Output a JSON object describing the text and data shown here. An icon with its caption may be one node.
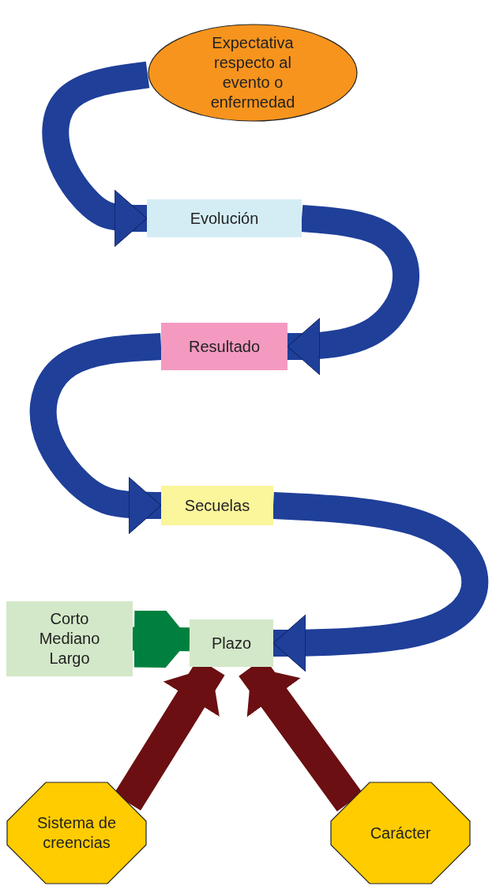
{
  "diagram": {
    "nodes": [
      {
        "text": [
          "Expectativa respecto al evento o enfermedad"
        ]
      },
      {
        "text": [
          "Evolución"
        ]
      },
      {
        "text": [
          "Resultado"
        ]
      },
      {
        "text": [
          "Secuelas"
        ]
      },
      {
        "text": [
          "Corto Mediano Largo"
        ]
      },
      {
        "text": [
          "Plazo"
        ]
      },
      {
        "text": [
          "Sistema de creencias"
        ]
      },
      {
        "text": [
          "Carácter"
        ]
      }
    ],
    "edges": [
      {
        "from": 0,
        "to": 1,
        "arrow": "to"
      },
      {
        "from": 1,
        "to": 2,
        "arrow": "to"
      },
      {
        "from": 2,
        "to": 3,
        "arrow": "to"
      },
      {
        "from": 3,
        "to": 5,
        "arrow": "to"
      },
      {
        "from": 4,
        "to": 5,
        "arrow": "to",
        "color": "#00803f"
      },
      {
        "from": 6,
        "to": 5,
        "arrow": "to",
        "color": "#6b0f12"
      },
      {
        "from": 7,
        "to": 5,
        "arrow": "to",
        "color": "#6b0f12"
      }
    ]
  }
}
